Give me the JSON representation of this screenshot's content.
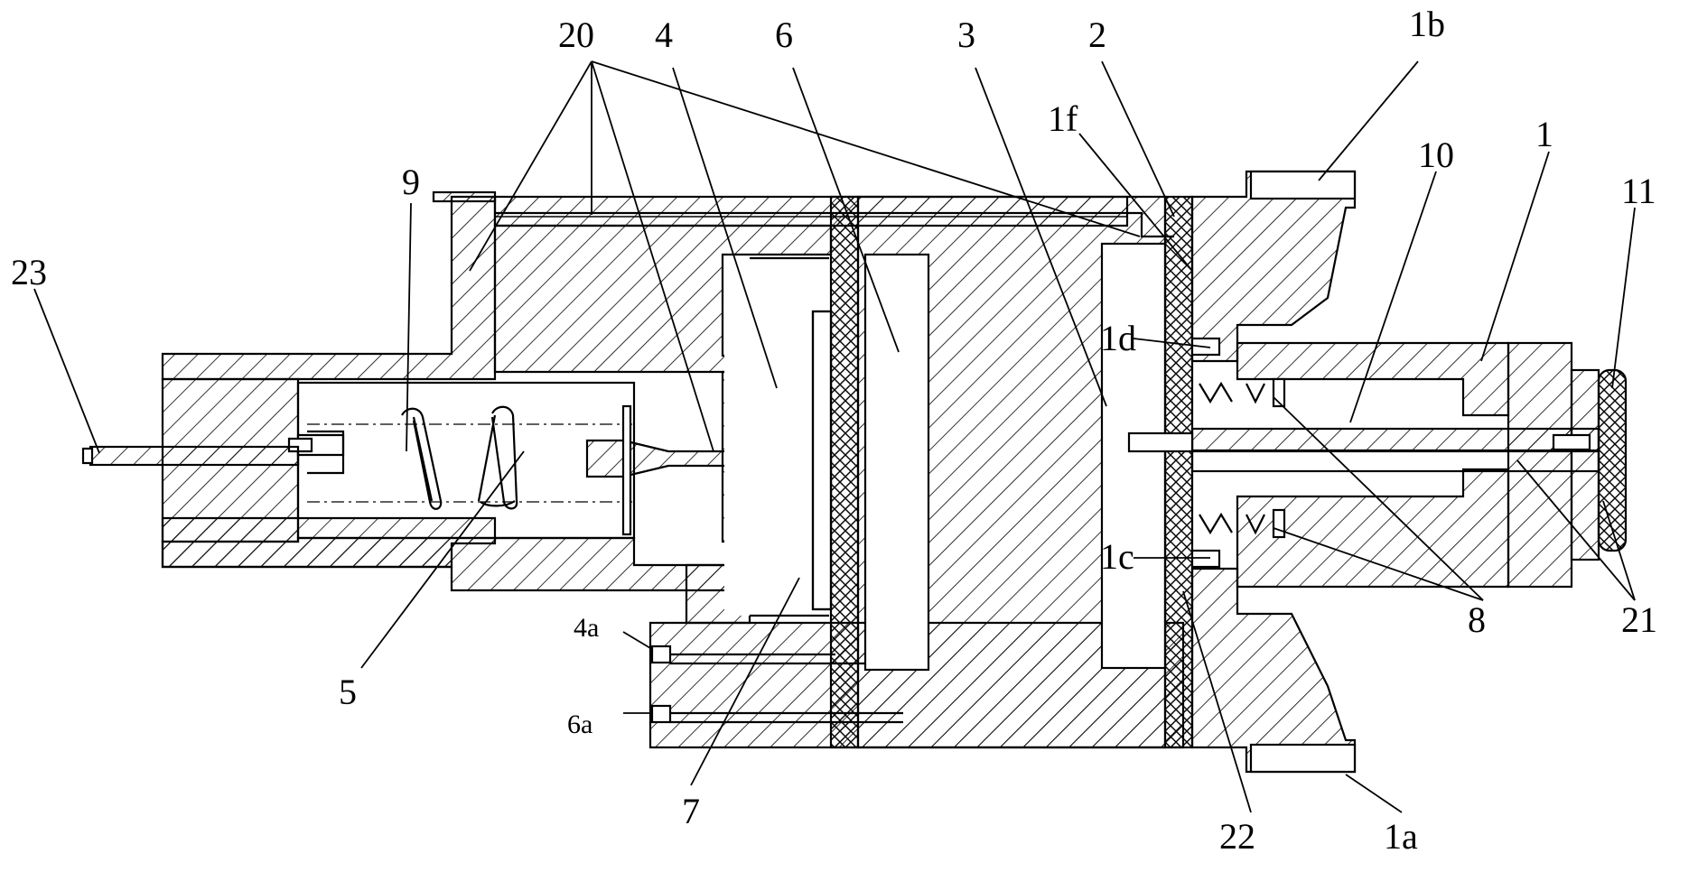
{
  "labels": {
    "l20": "20",
    "l4": "4",
    "l6": "6",
    "l3": "3",
    "l2": "2",
    "l1b": "1b",
    "l1f": "1f",
    "l10": "10",
    "l1": "1",
    "l11": "11",
    "l9": "9",
    "l23": "23",
    "l1d": "1d",
    "l1c": "1c",
    "l8": "8",
    "l21": "21",
    "l5": "5",
    "l4a": "4a",
    "l6a": "6a",
    "l7": "7",
    "l22": "22",
    "l1a": "1a"
  }
}
